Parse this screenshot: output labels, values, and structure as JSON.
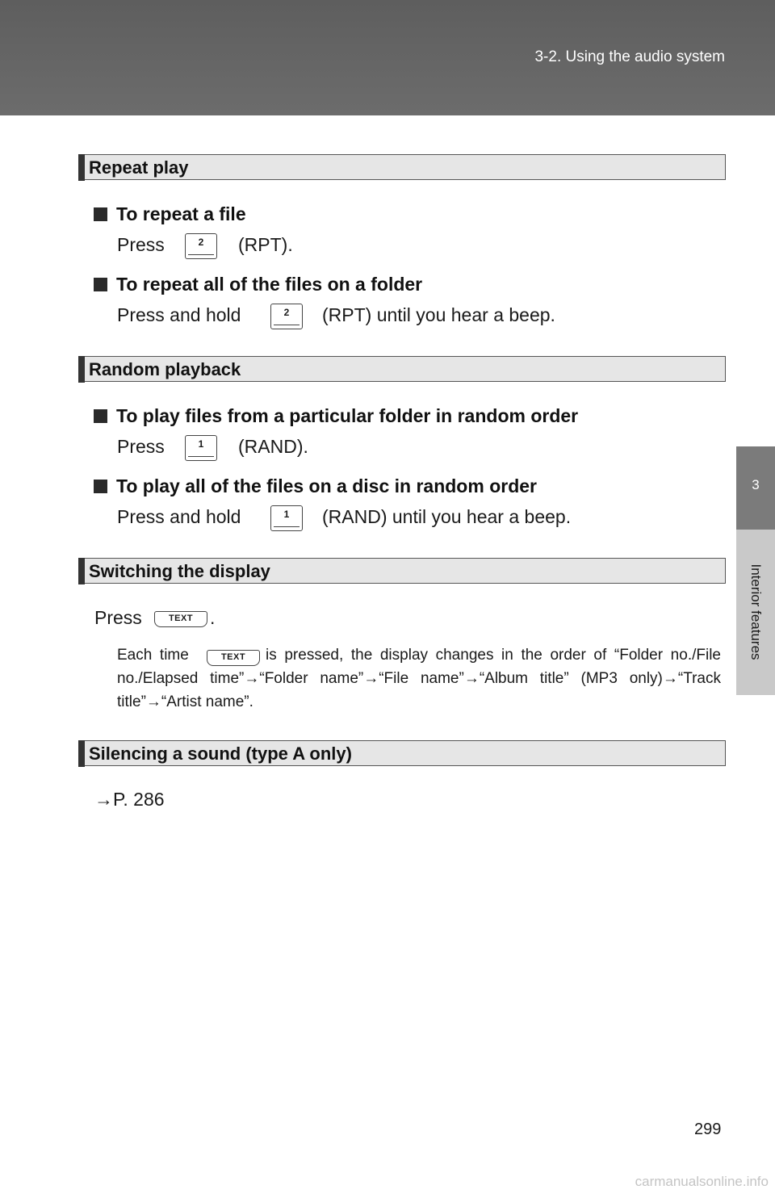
{
  "header": {
    "title": "3-2. Using the audio system"
  },
  "side_tab": {
    "chapter": "3",
    "label": "Interior features"
  },
  "sections": {
    "repeat": {
      "title": "Repeat play",
      "sub1": {
        "heading": "To repeat a file",
        "press": "Press",
        "key": "2",
        "after": "(RPT)."
      },
      "sub2": {
        "heading": "To repeat all of the files on a folder",
        "press": "Press and hold",
        "key": "2",
        "after": "(RPT) until you hear a beep."
      }
    },
    "random": {
      "title": "Random playback",
      "sub1": {
        "heading": "To play files from a particular folder in random order",
        "press": "Press",
        "key": "1",
        "after": "(RAND)."
      },
      "sub2": {
        "heading": "To play all of the files on a disc in random order",
        "press": "Press and hold",
        "key": "1",
        "after": "(RAND) until you hear a beep."
      }
    },
    "display": {
      "title": "Switching the display",
      "press": "Press",
      "key": "TEXT",
      "after": ".",
      "note_before": "Each time",
      "note_key": "TEXT",
      "note_after": "is pressed, the display changes in the order of “Folder no./File no./Elapsed time”→“Folder name”→“File name”→“Album title” (MP3 only)→“Track title”→“Artist name”."
    },
    "silence": {
      "title": "Silencing a sound (type A only)",
      "ref": "→P. 286"
    }
  },
  "page_number": "299",
  "watermark": "carmanualsonline.info"
}
